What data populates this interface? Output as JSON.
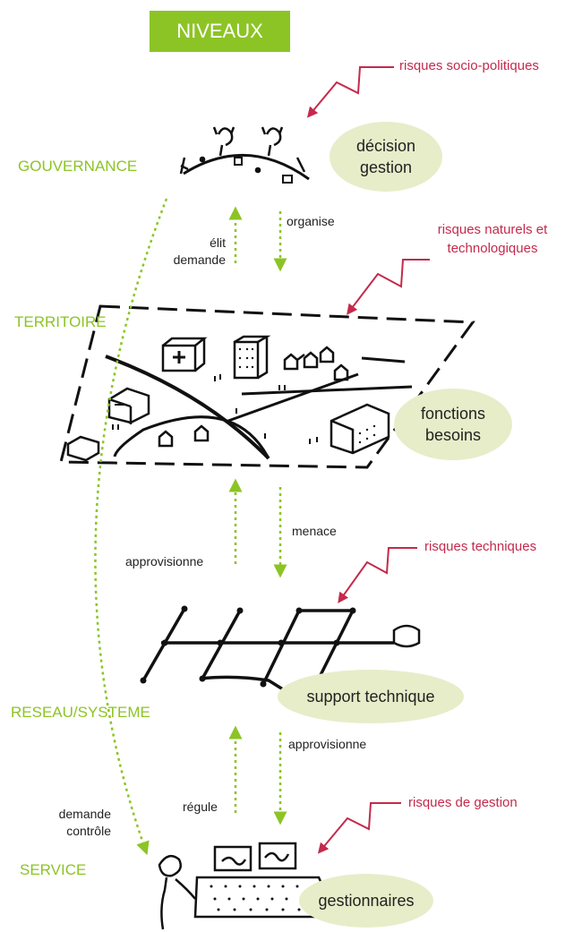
{
  "title": "NIVEAUX",
  "levels": {
    "gouvernance": "GOUVERNANCE",
    "territoire": "TERRITOIRE",
    "reseau": "RESEAU/SYSTEME",
    "service": "SERVICE"
  },
  "ellipses": {
    "decision": [
      "décision",
      "gestion"
    ],
    "fonctions": [
      "fonctions",
      "besoins"
    ],
    "support": "support technique",
    "gestionnaires": "gestionnaires"
  },
  "risks": {
    "socio": "risques socio-politiques",
    "naturels": [
      "risques naturels et",
      "technologiques"
    ],
    "techniques": "risques techniques",
    "gestion": "risques de gestion"
  },
  "relations": {
    "organise": "organise",
    "elit": [
      "élit",
      "demande"
    ],
    "menace": "menace",
    "approvisionne_up": "approvisionne",
    "approvisionne_down": "approvisionne",
    "regule": "régule",
    "demande_controle": [
      "demande",
      "contrôle"
    ]
  },
  "colors": {
    "accent": "#8cc425",
    "risk": "#c42a4c",
    "ellipse_fill": "#e7edc9",
    "ink": "#111111"
  }
}
